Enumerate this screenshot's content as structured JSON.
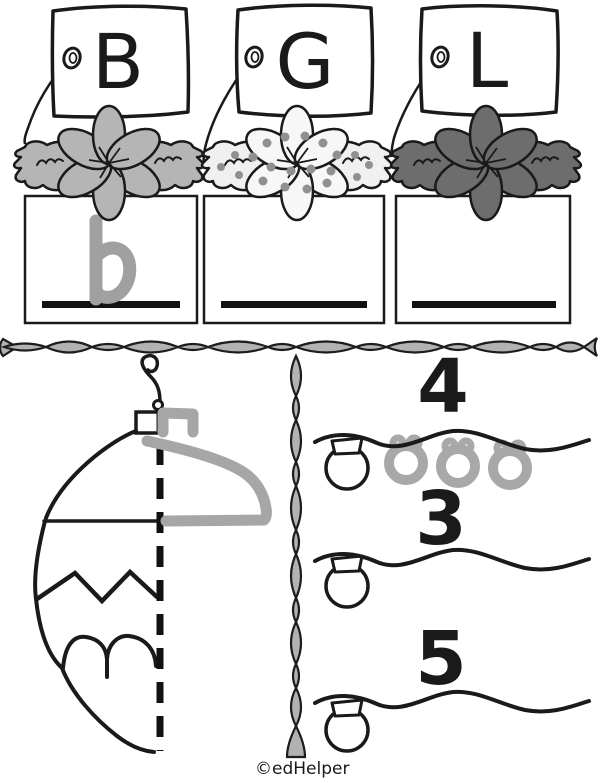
{
  "page": {
    "copyright": "©edHelper",
    "background": "#ffffff",
    "ink_color": "#1a1a1a",
    "pencil_color": "#a6a6a6",
    "garland_color": "#b2b2b2"
  },
  "letter_matching": {
    "baskets": [
      {
        "sign_letter": "B",
        "traced_answer": "b",
        "flower_style": "solid-gray",
        "flower_color": "#b5b5b5",
        "dot_color": ""
      },
      {
        "sign_letter": "G",
        "traced_answer": "",
        "flower_style": "polka-dot",
        "flower_color": "#f4f4f4",
        "dot_color": "#909090"
      },
      {
        "sign_letter": "L",
        "traced_answer": "",
        "flower_style": "solid-dark",
        "flower_color": "#6d6d6d",
        "dot_color": ""
      }
    ]
  },
  "symmetry_drawing": {
    "object": "hanging-ornament",
    "completed_side": "left",
    "traced_side": "right"
  },
  "counting_lights": {
    "rows": [
      {
        "number": "4",
        "printed_bulbs": 1,
        "traced_bulbs": 3
      },
      {
        "number": "3",
        "printed_bulbs": 1,
        "traced_bulbs": 0
      },
      {
        "number": "5",
        "printed_bulbs": 1,
        "traced_bulbs": 0
      }
    ]
  }
}
